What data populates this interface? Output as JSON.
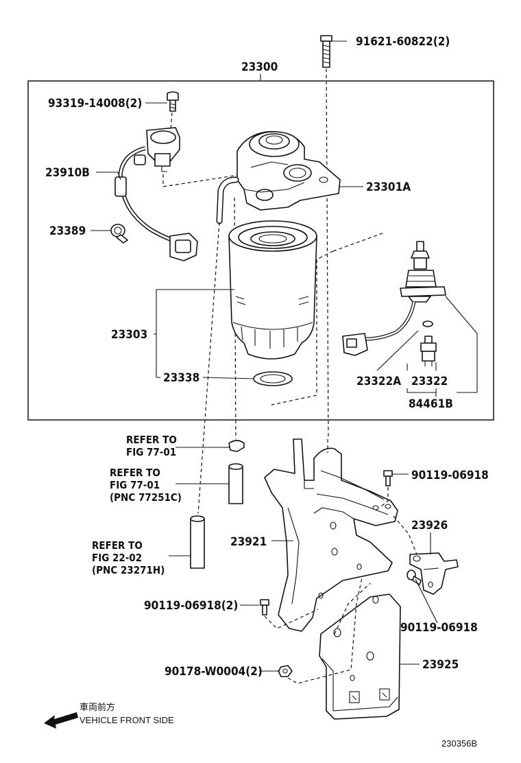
{
  "labels": {
    "bolt_top": "91621-60822(2)",
    "assembly": "23300",
    "screw": "93319-14008(2)",
    "sensor": "23910B",
    "filter_head": "23301A",
    "clamp": "23389",
    "cartridge": "23303",
    "oring": "23338",
    "switch_ref_a": "23322A",
    "switch": "23322",
    "sensor_assy": "84461B",
    "bracket": "23921",
    "bolt_right": "90119-06918",
    "small_bracket": "23926",
    "bolt_right_lower": "90119-06918",
    "bolt_left": "90119-06918(2)",
    "nut": "90178-W0004(2)",
    "plate": "23925",
    "diagram_no": "230356B"
  },
  "refs": {
    "ref1": [
      "REFER TO",
      "FIG 77-01"
    ],
    "ref2": [
      "REFER TO",
      "FIG 77-01",
      "(PNC 77251C)"
    ],
    "ref3": [
      "REFER TO",
      "FIG 22-02",
      "(PNC 23271H)"
    ]
  },
  "direction": {
    "japanese": "車両前方",
    "english": "VEHICLE FRONT SIDE"
  }
}
